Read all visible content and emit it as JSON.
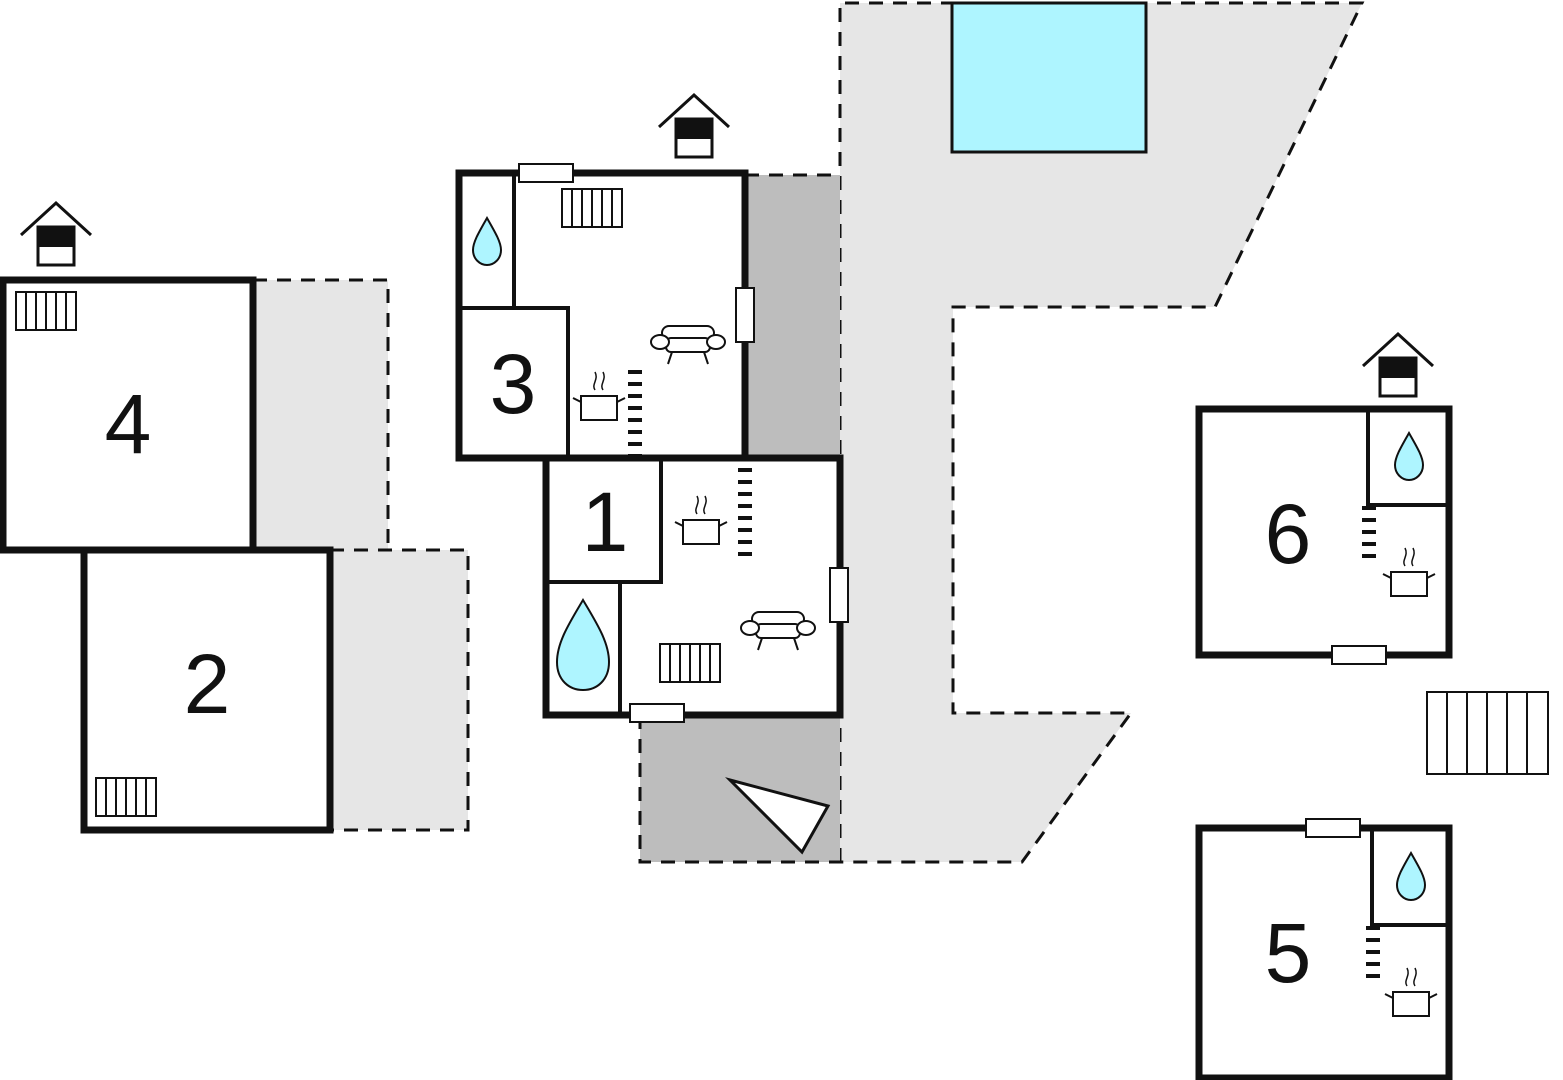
{
  "colors": {
    "terrace": "#e6e6e6",
    "covered_terrace": "#bdbdbd",
    "pool": "#aef5ff",
    "water": "#aef5ff",
    "wall": "#111111"
  },
  "units": [
    {
      "id": "unit-1",
      "label": "1"
    },
    {
      "id": "unit-2",
      "label": "2"
    },
    {
      "id": "unit-3",
      "label": "3"
    },
    {
      "id": "unit-4",
      "label": "4"
    },
    {
      "id": "unit-5",
      "label": "5"
    },
    {
      "id": "unit-6",
      "label": "6"
    }
  ],
  "icons": [
    "house-entrance-icon",
    "radiator-icon",
    "water-drop-icon",
    "sofa-icon",
    "cooking-pot-icon",
    "staircase-icon",
    "window-icon",
    "triangle-marker-icon",
    "swimming-pool"
  ]
}
